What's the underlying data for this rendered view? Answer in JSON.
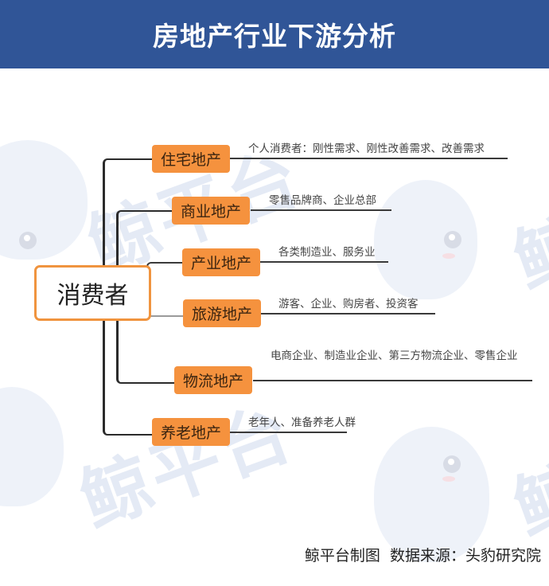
{
  "header": {
    "title": "房地产行业下游分析"
  },
  "watermark": {
    "text": "鲸平台"
  },
  "root": {
    "label": "消费者"
  },
  "branches": [
    {
      "label": "住宅地产",
      "desc": "个人消费者：刚性需求、刚性改善需求、改善需求"
    },
    {
      "label": "商业地产",
      "desc": "零售品牌商、企业总部"
    },
    {
      "label": "产业地产",
      "desc": "各类制造业、服务业"
    },
    {
      "label": "旅游地产",
      "desc": "游客、企业、购房者、投资客"
    },
    {
      "label": "物流地产",
      "desc": "电商企业、制造业企业、第三方物流企业、零售企业"
    },
    {
      "label": "养老地产",
      "desc": "老年人、准备养老人群"
    }
  ],
  "colors": {
    "header_bg": "#305597",
    "node_fill": "#f5923e",
    "root_border": "#f0943f"
  },
  "footer": {
    "text": "鲸平台制图  数据来源：头豹研究院"
  }
}
